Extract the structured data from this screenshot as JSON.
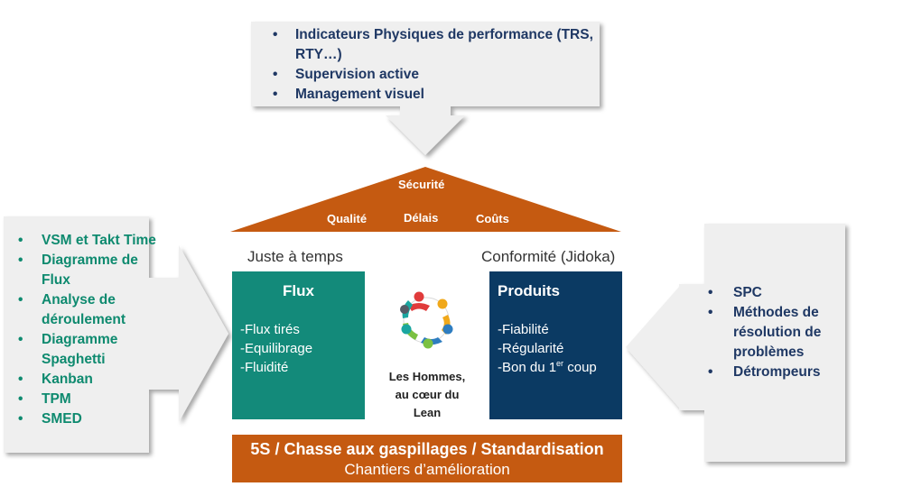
{
  "top_box": {
    "items": [
      "Indicateurs Physiques de performance (TRS, RTY…)",
      "Supervision active",
      "Management visuel"
    ]
  },
  "left_box": {
    "items": [
      "VSM et Takt Time",
      "Diagramme de Flux",
      "Analyse de déroulement",
      "Diagramme Spaghetti",
      "Kanban",
      "TPM",
      "SMED"
    ]
  },
  "right_box": {
    "items": [
      "SPC",
      "Méthodes de résolution de problèmes",
      "Détrompeurs"
    ]
  },
  "roof": {
    "top_label": "Sécurité",
    "labels": [
      "Qualité",
      "Délais",
      "Coûts"
    ]
  },
  "pillars": {
    "left_heading": "Juste à temps",
    "right_heading": "Conformité (Jidoka)",
    "flux": {
      "title": "Flux",
      "items": [
        "-Flux tirés",
        "-Equilibrage",
        "-Fluidité"
      ]
    },
    "produits": {
      "title": "Produits",
      "items": [
        "-Fiabilité",
        "-Régularité"
      ],
      "last_item_prefix": "-Bon du 1",
      "last_item_sup": "er",
      "last_item_suffix": " coup"
    }
  },
  "center": {
    "lines": [
      "Les Hommes,",
      "au cœur du",
      "Lean"
    ]
  },
  "base": {
    "line1": "5S / Chasse aux gaspillages / Standardisation",
    "line2": "Chantiers d’amélioration"
  },
  "bullet_glyph": "•",
  "colors": {
    "roof": "#c55a11",
    "flux": "#138a7a",
    "produits": "#0b3a63",
    "base": "#c55a11",
    "arrow_fill": "#efefef",
    "navy_text": "#1f3864",
    "teal_text": "#0e8a6f"
  }
}
